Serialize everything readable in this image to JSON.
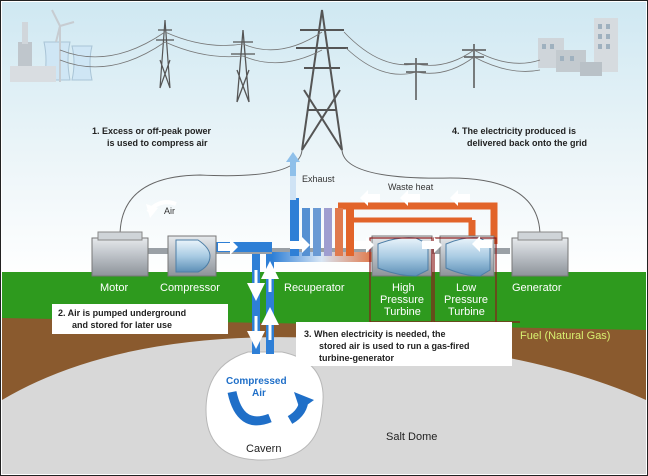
{
  "steps": {
    "step1_line1": "1.  Excess or off-peak  power",
    "step1_line2": "is used to compress air",
    "step2_line1": "2.  Air is pumped underground",
    "step2_line2": "and stored for later use",
    "step3_line1": "3.  When electricity is needed, the",
    "step3_line2": "stored air is used to run a gas-fired",
    "step3_line3": "turbine-generator",
    "step4_line1": "4.  The electricity produced is",
    "step4_line2": "delivered back onto the grid"
  },
  "labels": {
    "exhaust": "Exhaust",
    "air": "Air",
    "waste_heat": "Waste heat",
    "motor": "Motor",
    "compressor": "Compressor",
    "recuperator": "Recuperator",
    "hp_turbine_1": "High",
    "hp_turbine_2": "Pressure",
    "hp_turbine_3": "Turbine",
    "lp_turbine_1": "Low",
    "lp_turbine_2": "Pressure",
    "lp_turbine_3": "Turbine",
    "generator": "Generator",
    "fuel": "Fuel (Natural Gas)",
    "compressed_1": "Compressed",
    "compressed_2": "Air",
    "cavern": "Cavern",
    "salt_dome": "Salt Dome"
  },
  "colors": {
    "grass": "#2e9a1e",
    "soil": "#8a5a2e",
    "salt": "#d8d8d8",
    "air_flow": "#2e7fd6",
    "heat_flow": "#e2642a",
    "label_white": "#ffffff",
    "fuel_text": "#d8f070"
  }
}
